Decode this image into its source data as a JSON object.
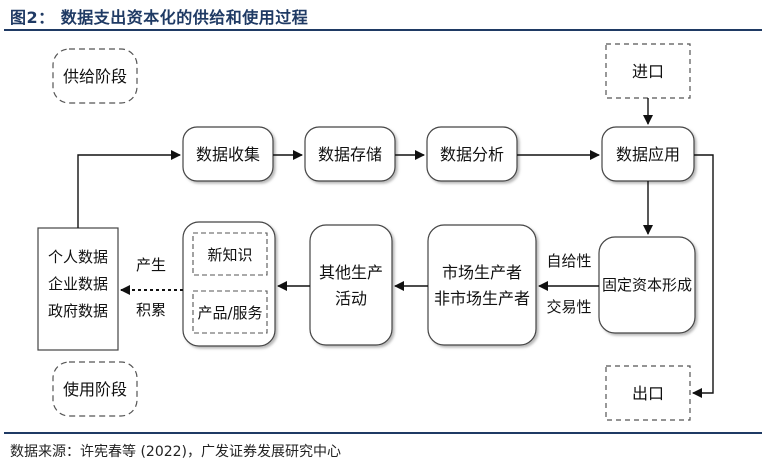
{
  "header": {
    "title": "图2：  数据支出资本化的供给和使用过程"
  },
  "phases": {
    "supply": "供给阶段",
    "use": "使用阶段"
  },
  "nodes": {
    "import": "进口",
    "export": "出口",
    "collect": "数据收集",
    "store": "数据存储",
    "analyze": "数据分析",
    "apply": "数据应用",
    "capital_formation": "固定资本形成",
    "producers": [
      "市场生产者",
      "非市场生产者"
    ],
    "other_production": [
      "其他生产",
      "活动"
    ],
    "new_knowledge": "新知识",
    "products": "产品/服务",
    "data_types": [
      "个人数据",
      "企业数据",
      "政府数据"
    ]
  },
  "edge_labels": {
    "self_supply": "自给性",
    "trade": "交易性",
    "produce": "产生",
    "accumulate": "积累"
  },
  "footer": {
    "source": "数据来源：许宪春等 (2022)，广发证券发展研究中心"
  }
}
